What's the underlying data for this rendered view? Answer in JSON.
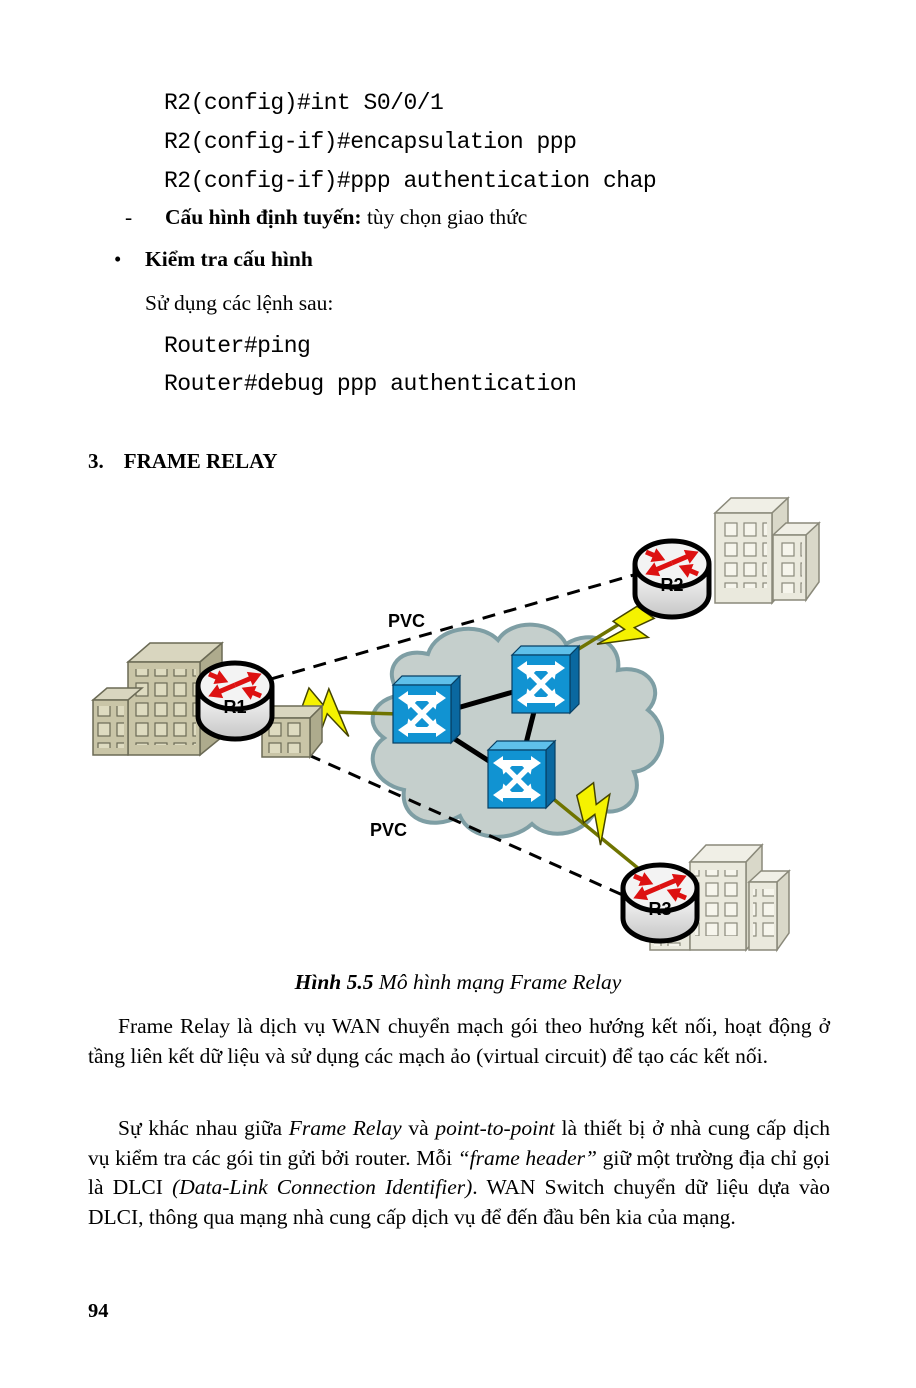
{
  "page": {
    "number": "94"
  },
  "config_section": {
    "code_lines": [
      "R2(config)#int S0/0/1",
      "R2(config-if)#encapsulation ppp",
      "R2(config-if)#ppp authentication chap"
    ],
    "routing_item": {
      "marker": "-",
      "bold": "Cấu hình định tuyến:",
      "normal": " tùy chọn giao thức"
    },
    "verify_item": {
      "marker": "•",
      "label": "Kiểm tra cấu hình"
    },
    "verify_intro": "Sử dụng các lệnh sau:",
    "verify_code_lines": [
      "Router#ping",
      "Router#debug ppp authentication"
    ]
  },
  "frame_relay_section": {
    "heading_number": "3.",
    "heading_text": "FRAME RELAY",
    "diagram": {
      "pvc_top": "PVC",
      "pvc_bottom": "PVC",
      "router_labels": [
        "R1",
        "R2",
        "R3"
      ],
      "colors": {
        "switch_blue_front": "#1193d2",
        "switch_blue_top": "#5fc0ea",
        "switch_blue_side": "#0a68a0",
        "cloud_fill": "#c5cfcc",
        "cloud_border": "#7e9ea4",
        "router_arrow_red": "#dd1111",
        "bolt_yellow": "#f5f200",
        "link_olive": "#6f7400",
        "building_khaki": "#c9c5a7",
        "building_cream": "#eae9dd"
      }
    },
    "caption": {
      "bold_italic": "Hình 5.5",
      "italic": " Mô hình mạng Frame Relay"
    },
    "paragraph1": "Frame Relay là dịch vụ WAN chuyển mạch gói theo hướng kết nối, hoạt động ở tầng liên kết dữ liệu và sử dụng các mạch ảo (virtual circuit) để tạo các kết nối.",
    "paragraph2_segments": [
      {
        "t": "Sự khác nhau giữa ",
        "i": false
      },
      {
        "t": "Frame Relay",
        "i": true
      },
      {
        "t": " và ",
        "i": false
      },
      {
        "t": "point-to-point",
        "i": true
      },
      {
        "t": " là thiết bị ở nhà cung cấp dịch vụ kiểm tra các gói tin gửi bởi router. Mỗi ",
        "i": false
      },
      {
        "t": "“frame header”",
        "i": true
      },
      {
        "t": " giữ một trường địa chỉ gọi là DLCI ",
        "i": false
      },
      {
        "t": "(Data-Link Connection Identifier)",
        "i": true
      },
      {
        "t": ". WAN Switch chuyển dữ liệu dựa vào DLCI, thông qua mạng nhà cung cấp dịch vụ để đến đầu bên kia của mạng.",
        "i": false
      }
    ]
  }
}
